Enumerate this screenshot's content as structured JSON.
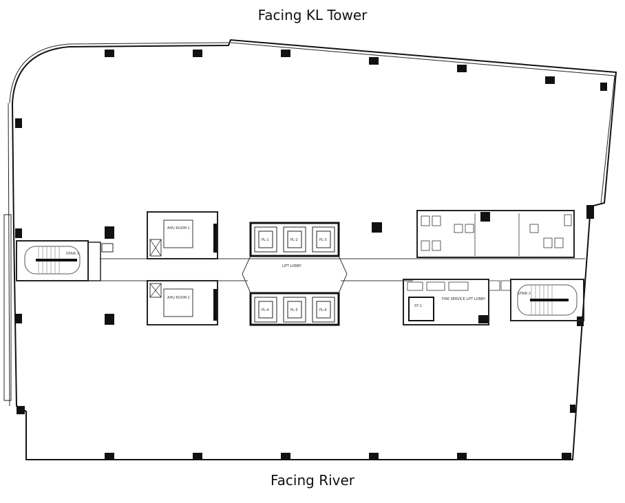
{
  "labels": {
    "top": "Facing KL Tower",
    "bottom": "Facing River"
  },
  "rooms": {
    "ahu_room_1": "AHU ROOM 1",
    "ahu_room_2": "AHU ROOM 2",
    "lift_lobby": "LIFT LOBBY",
    "fire_service_lift_lobby": "FIRE SERVICE LIFT LOBBY",
    "service_lift": "ST-1",
    "stair_1": "STAIR 1",
    "stair_2": "STAIR 2",
    "lifts": [
      "PL-1",
      "PL-2",
      "PL-3",
      "PL-4",
      "PL-5",
      "PL-6"
    ]
  }
}
